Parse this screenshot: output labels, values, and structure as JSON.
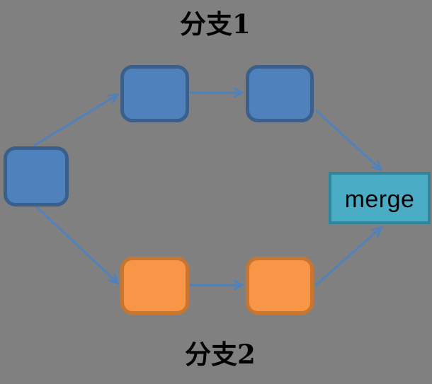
{
  "labels": {
    "branch1": "分支1",
    "branch2": "分支2",
    "merge": "merge"
  },
  "colors": {
    "bg": "#808080",
    "blue-fill": "#4F81BD",
    "blue-border": "#3A5F8B",
    "orange-fill": "#F79646",
    "orange-border": "#C9752D",
    "cyan-fill": "#4BACC6",
    "cyan-border": "#31859B",
    "arrow": "#4F81BD",
    "text": "#000000"
  },
  "nodes": [
    {
      "id": "start",
      "branch": "root",
      "color": "blue"
    },
    {
      "id": "branch1-step1",
      "branch": "分支1",
      "color": "blue"
    },
    {
      "id": "branch1-step2",
      "branch": "分支1",
      "color": "blue"
    },
    {
      "id": "branch2-step1",
      "branch": "分支2",
      "color": "orange"
    },
    {
      "id": "branch2-step2",
      "branch": "分支2",
      "color": "orange"
    },
    {
      "id": "merge",
      "color": "cyan",
      "label": "merge"
    }
  ],
  "edges": [
    {
      "from": "start",
      "to": "branch1-step1"
    },
    {
      "from": "branch1-step1",
      "to": "branch1-step2"
    },
    {
      "from": "branch1-step2",
      "to": "merge"
    },
    {
      "from": "start",
      "to": "branch2-step1"
    },
    {
      "from": "branch2-step1",
      "to": "branch2-step2"
    },
    {
      "from": "branch2-step2",
      "to": "merge"
    }
  ]
}
